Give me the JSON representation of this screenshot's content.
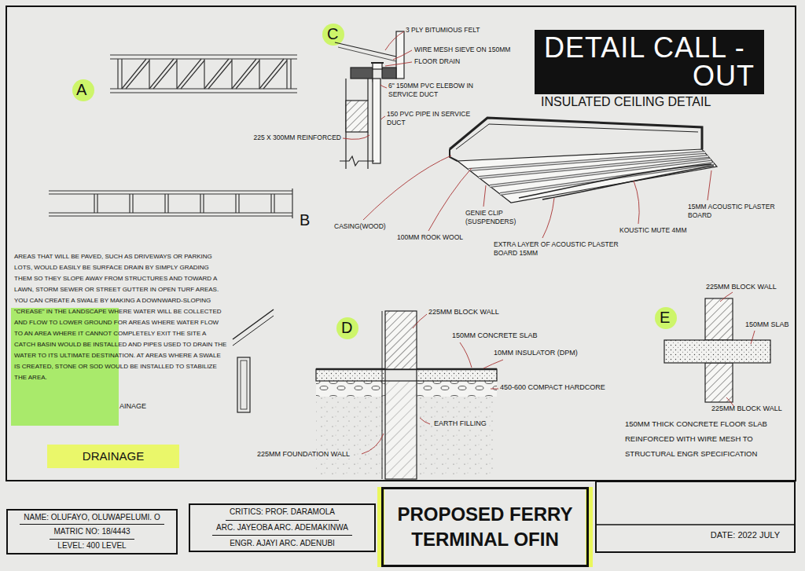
{
  "diagram": {
    "title": "DETAIL CALL -OUT",
    "nodes": [
      {
        "text": [
          "DRAINAGE"
        ]
      },
      {
        "text": [
          "NAME: OLUFAYO, OLUWAPELUMI. O",
          "MATRIC NO: 18/4443",
          "LEVEL: 400 LEVEL"
        ]
      },
      {
        "text": [
          "CRITICS: PROF. DARAMOLA",
          "ARC. JAYEOBA ARC. ADEMAKINWA",
          "ENGR. AJAYI ARC. ADENUBI"
        ]
      },
      {
        "text": [
          "PROPOSED FERRY TERMINAL OFIN"
        ]
      },
      {
        "text": [
          "DATE: 2022 JULY"
        ]
      }
    ],
    "labels": [
      "A",
      "C",
      "3 PLY BITUMIOUS FELT",
      "WIRE MESH SIEVE ON 150MM",
      "FLOOR DRAIN",
      "6\" 150MM PVC ELEBOW IN SERVICE DUCT",
      "150 PVC PIPE IN SERVICE DUCT",
      "225 X 300MM REINFORCED",
      "INSULATED CEILING DETAIL",
      "B",
      "GENIE CLIP (SUSPENDERS)",
      "15MM ACOUSTIC PLASTER BOARD",
      "CASING(WOOD)",
      "KOUSTIC MUTE 4MM",
      "100MM ROOK WOOL",
      "EXTRA LAYER OF ACOUSTIC PLASTER BOARD 15MM",
      "AREAS THAT WILL BE PAVED, SUCH AS DRIVEWAYS OR PARKING LOTS, WOULD EASILY BE SURFACE DRAIN BY SIMPLY GRADING THEM SO THEY SLOPE AWAY FROM STRUCTURES AND TOWARD A LAWN, STORM SEWER OR STREET GUTTER IN OPEN TURF AREAS. YOU CAN CREATE A SWALE BY MAKING A DOWNWARD-SLOPING \"CREASE\" IN THE LANDSCAPE WHERE WATER WILL BE COLLECTED AND FLOW TO LOWER GROUND FOR AREAS WHERE WATER FLOW TO AN AREA WHERE IT CANNOT COMPLETELY EXIT THE SITE A CATCH BASIN WOULD BE INSTALLED AND PIPES USED TO DRAIN THE WATER TO ITS ULTIMATE DESTINATION. AT AREAS WHERE A SWALE IS CREATED, STONE OR SOD WOULD BE INSTALLED TO STABILIZE THE AREA.",
      "225MM BLOCK WALL",
      "D",
      "E",
      "225MM BLOCK WALL",
      "150MM SLAB",
      "150MM CONCRETE SLAB",
      "10MM INSULATOR (DPM)",
      "450-600 COMPACT HARDCORE",
      "AINAGE",
      "225MM BLOCK WALL",
      "150MM THICK CONCRETE FLOOR SLAB REINFORCED WITH WIRE MESH TO STRUCTURAL ENGR SPECIFICATION",
      "EARTH FILLING",
      "225MM FOUNDATION WALL"
    ]
  }
}
